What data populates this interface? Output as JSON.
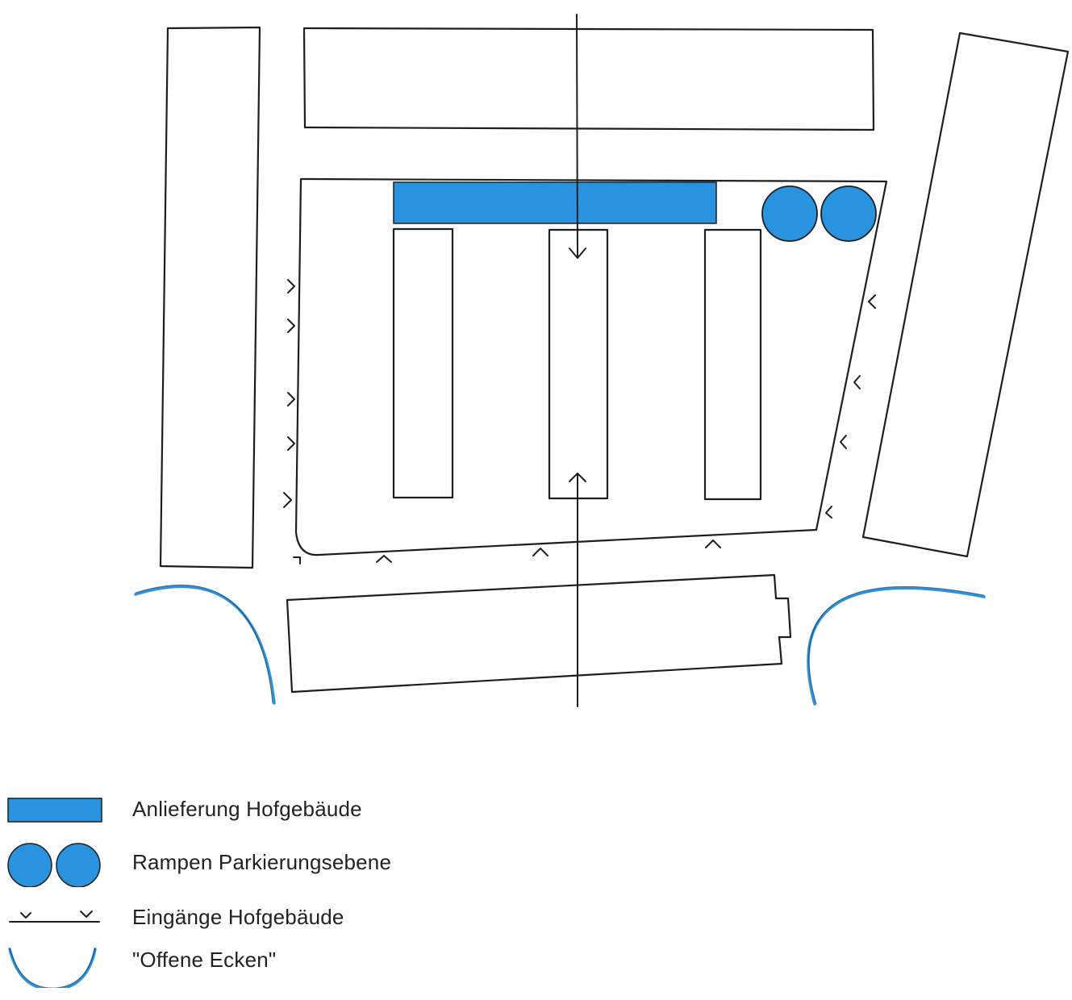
{
  "colors": {
    "accent_blue": "#2a93df",
    "accent_blue_light": "#4aa6e8",
    "line": "#1e1e1e"
  },
  "legend": {
    "items": [
      {
        "label": "Anlieferung Hofgebäude",
        "symbol": "filled-bar"
      },
      {
        "label": "Rampen Parkierungsebene",
        "symbol": "double-circle"
      },
      {
        "label": "Eingänge Hofgebäude",
        "symbol": "entrance-markers"
      },
      {
        "label": "\"Offene Ecken\"",
        "symbol": "open-arc"
      }
    ]
  }
}
